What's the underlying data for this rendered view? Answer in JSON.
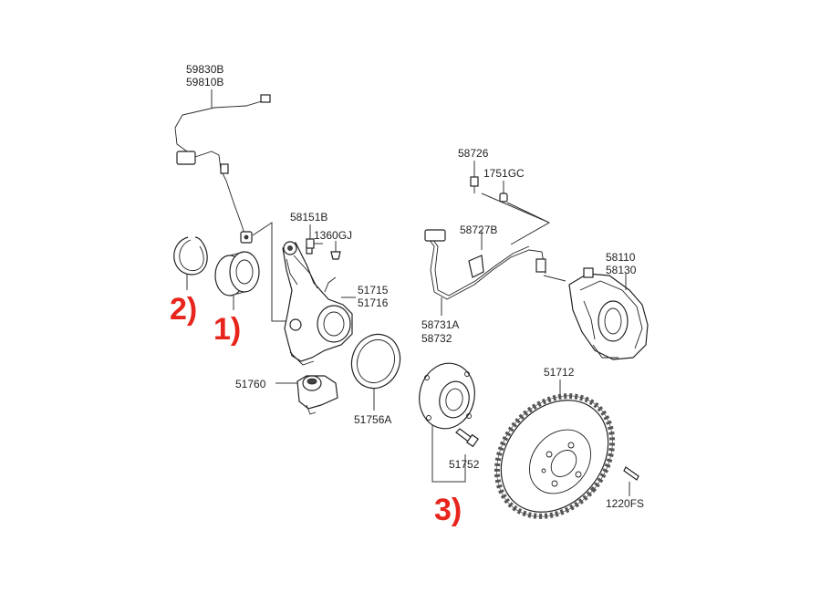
{
  "labels": {
    "sensor_a": "59830B",
    "sensor_b": "59810B",
    "bolt_58151B": "58151B",
    "bolt_1360GJ": "1360GJ",
    "knuckle_a": "51715",
    "knuckle_b": "51716",
    "dust_cover": "51760",
    "oil_seal": "51756A",
    "bolt_58726": "58726",
    "bolt_1751GC": "1751GC",
    "clip_58727B": "58727B",
    "hose_a": "58731A",
    "hose_b": "58732",
    "caliper_a": "58110",
    "caliper_b": "58130",
    "disc": "51712",
    "hub_bolt": "51752",
    "screw_1220FS": "1220FS"
  },
  "markers": {
    "bearing": "1)",
    "snap_ring": "2)",
    "hub": "3)"
  },
  "colors": {
    "marker": "#e8251d",
    "line": "#222222"
  }
}
